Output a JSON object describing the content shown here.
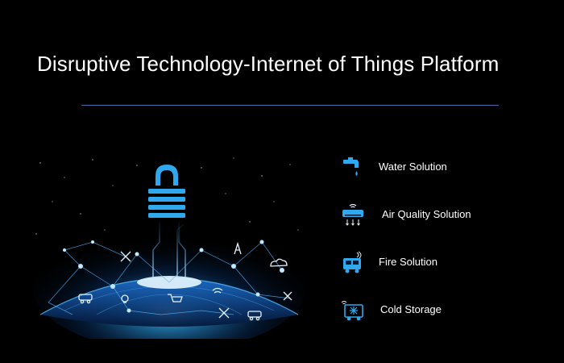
{
  "slide": {
    "title": "Disruptive Technology-Internet of Things Platform"
  },
  "colors": {
    "background": "#000000",
    "accent": "#2fa8ee",
    "rule": "#4a6aa8",
    "text": "#ffffff"
  },
  "hero": {
    "icons": [
      "lock-icon",
      "globe-icon",
      "network-icon",
      "car-icon",
      "drone-icon",
      "tower-icon",
      "cloud-icon",
      "cart-icon",
      "bulb-icon",
      "wifi-icon"
    ]
  },
  "features": [
    {
      "label": "Water Solution",
      "icon": "water-tap-icon"
    },
    {
      "label": "Air Quality Solution",
      "icon": "air-conditioner-icon"
    },
    {
      "label": "Fire Solution",
      "icon": "fire-truck-icon"
    },
    {
      "label": "Cold Storage",
      "icon": "cold-storage-truck-icon"
    }
  ]
}
